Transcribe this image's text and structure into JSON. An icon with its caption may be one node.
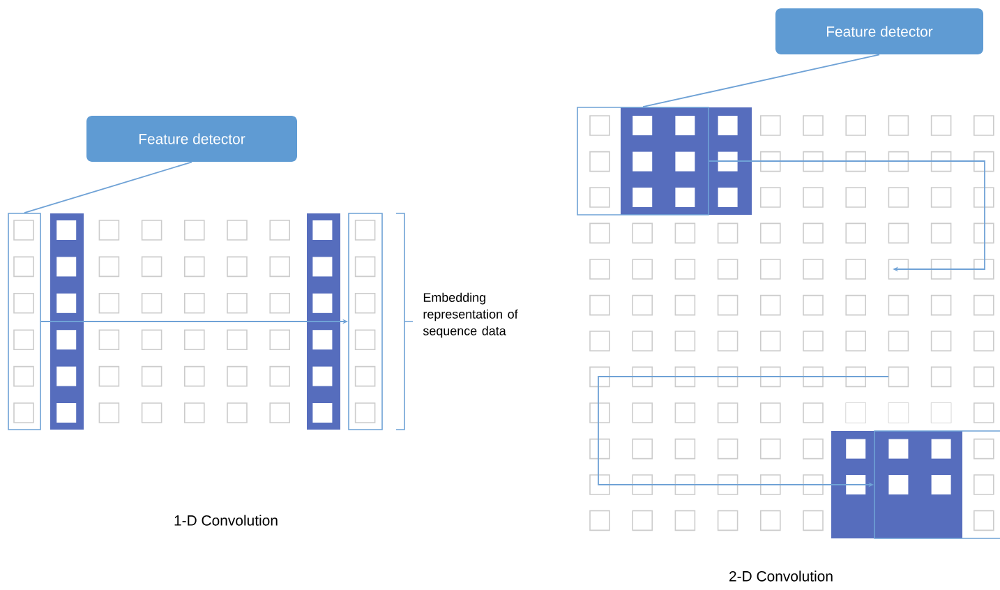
{
  "diagram": {
    "nodes": [
      {
        "text": [
          "Feature detector"
        ]
      },
      {
        "text": [],
        "shape": "box"
      },
      {
        "text": [],
        "shape": "box"
      },
      {
        "text": [
          "Feature detector"
        ]
      },
      {
        "text": [],
        "shape": "box"
      },
      {
        "text": [],
        "shape": "box"
      }
    ],
    "edges": [
      {
        "from": 0,
        "to": 1,
        "arrow": "none"
      },
      {
        "from": 1,
        "to": 2,
        "arrow": "to"
      },
      {
        "from": 3,
        "to": 4,
        "arrow": "none"
      },
      {
        "from": 4,
        "to": null,
        "arrow": "to"
      },
      {
        "from": null,
        "to": 5,
        "arrow": "to"
      }
    ],
    "labels": [
      "Embedding representation of sequence data",
      "1-D Convolution",
      "2-D Convolution"
    ]
  }
}
